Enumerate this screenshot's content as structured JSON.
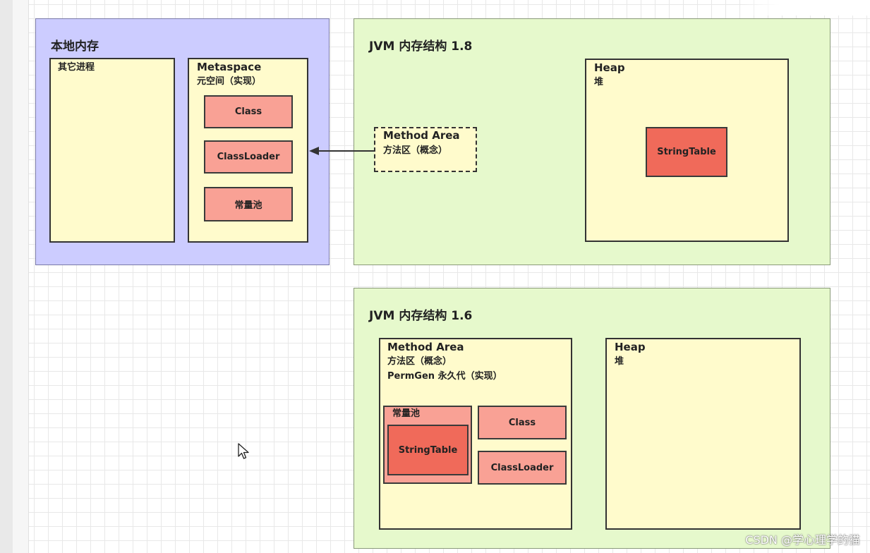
{
  "native_memory": {
    "title": "本地内存",
    "other_process": {
      "label": "其它进程"
    },
    "metaspace": {
      "title": "Metaspace",
      "subtitle": "元空间（实现）",
      "items": [
        "Class",
        "ClassLoader",
        "常量池"
      ]
    }
  },
  "jvm18": {
    "title": "JVM 内存结构 1.8",
    "method_area": {
      "title": "Method Area",
      "subtitle": "方法区（概念）"
    },
    "heap": {
      "title": "Heap",
      "subtitle": "堆",
      "string_table": "StringTable"
    }
  },
  "jvm16": {
    "title": "JVM 内存结构 1.6",
    "method_area": {
      "title": "Method Area",
      "subtitle": "方法区（概念）",
      "permgen": "PermGen 永久代（实现）",
      "constant_pool": {
        "title": "常量池",
        "string_table": "StringTable"
      },
      "items": [
        "Class",
        "ClassLoader"
      ]
    },
    "heap": {
      "title": "Heap",
      "subtitle": "堆"
    }
  },
  "watermark": "CSDN @学心理学的猫",
  "colors": {
    "native_bg": "#ccccff",
    "jvm_bg": "#e6f9cc",
    "region_bg": "#fffbcc",
    "item_bg": "#f9a195",
    "string_table_bg": "#f06a5a"
  }
}
